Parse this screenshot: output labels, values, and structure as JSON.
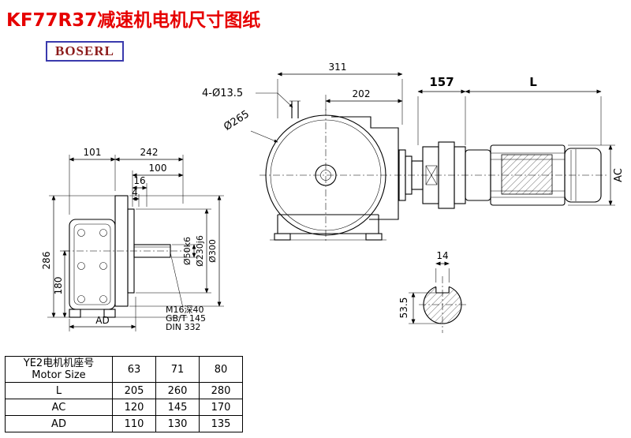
{
  "title": "KF77R37减速机电机尺寸图纸",
  "logo": "BOSERL",
  "colors": {
    "title_text": "#e60000",
    "logo_border": "#3a3aad",
    "logo_text": "#8b1a1a",
    "line": "#000000"
  },
  "front_view": {
    "dim_311": "311",
    "dim_202": "202",
    "dim_bolt_holes": "4-Ø13.5",
    "dim_flange_dia": "Ø265"
  },
  "side_view": {
    "dim_101": "101",
    "dim_242": "242",
    "dim_100": "100",
    "dim_16": "16",
    "dim_4": "4",
    "dim_286": "286",
    "dim_180": "180",
    "dim_ad": "AD",
    "dim_shaft": "Ø50k6",
    "dim_spigot": "Ø230j6",
    "dim_flange": "Ø300",
    "note_tap": "M16深40",
    "note_std1": "GB/T 145",
    "note_std2": "DIN 332"
  },
  "motor_view": {
    "dim_157": "157",
    "dim_l": "L",
    "dim_ac": "AC"
  },
  "shaft_section": {
    "dim_key": "14",
    "dim_height": "53.5"
  },
  "table": {
    "header_cn": "YE2电机机座号",
    "header_en": "Motor Size",
    "sizes": [
      "63",
      "71",
      "80"
    ],
    "rows": [
      {
        "label": "L",
        "values": [
          "205",
          "260",
          "280"
        ]
      },
      {
        "label": "AC",
        "values": [
          "120",
          "145",
          "170"
        ]
      },
      {
        "label": "AD",
        "values": [
          "110",
          "130",
          "135"
        ]
      }
    ]
  }
}
